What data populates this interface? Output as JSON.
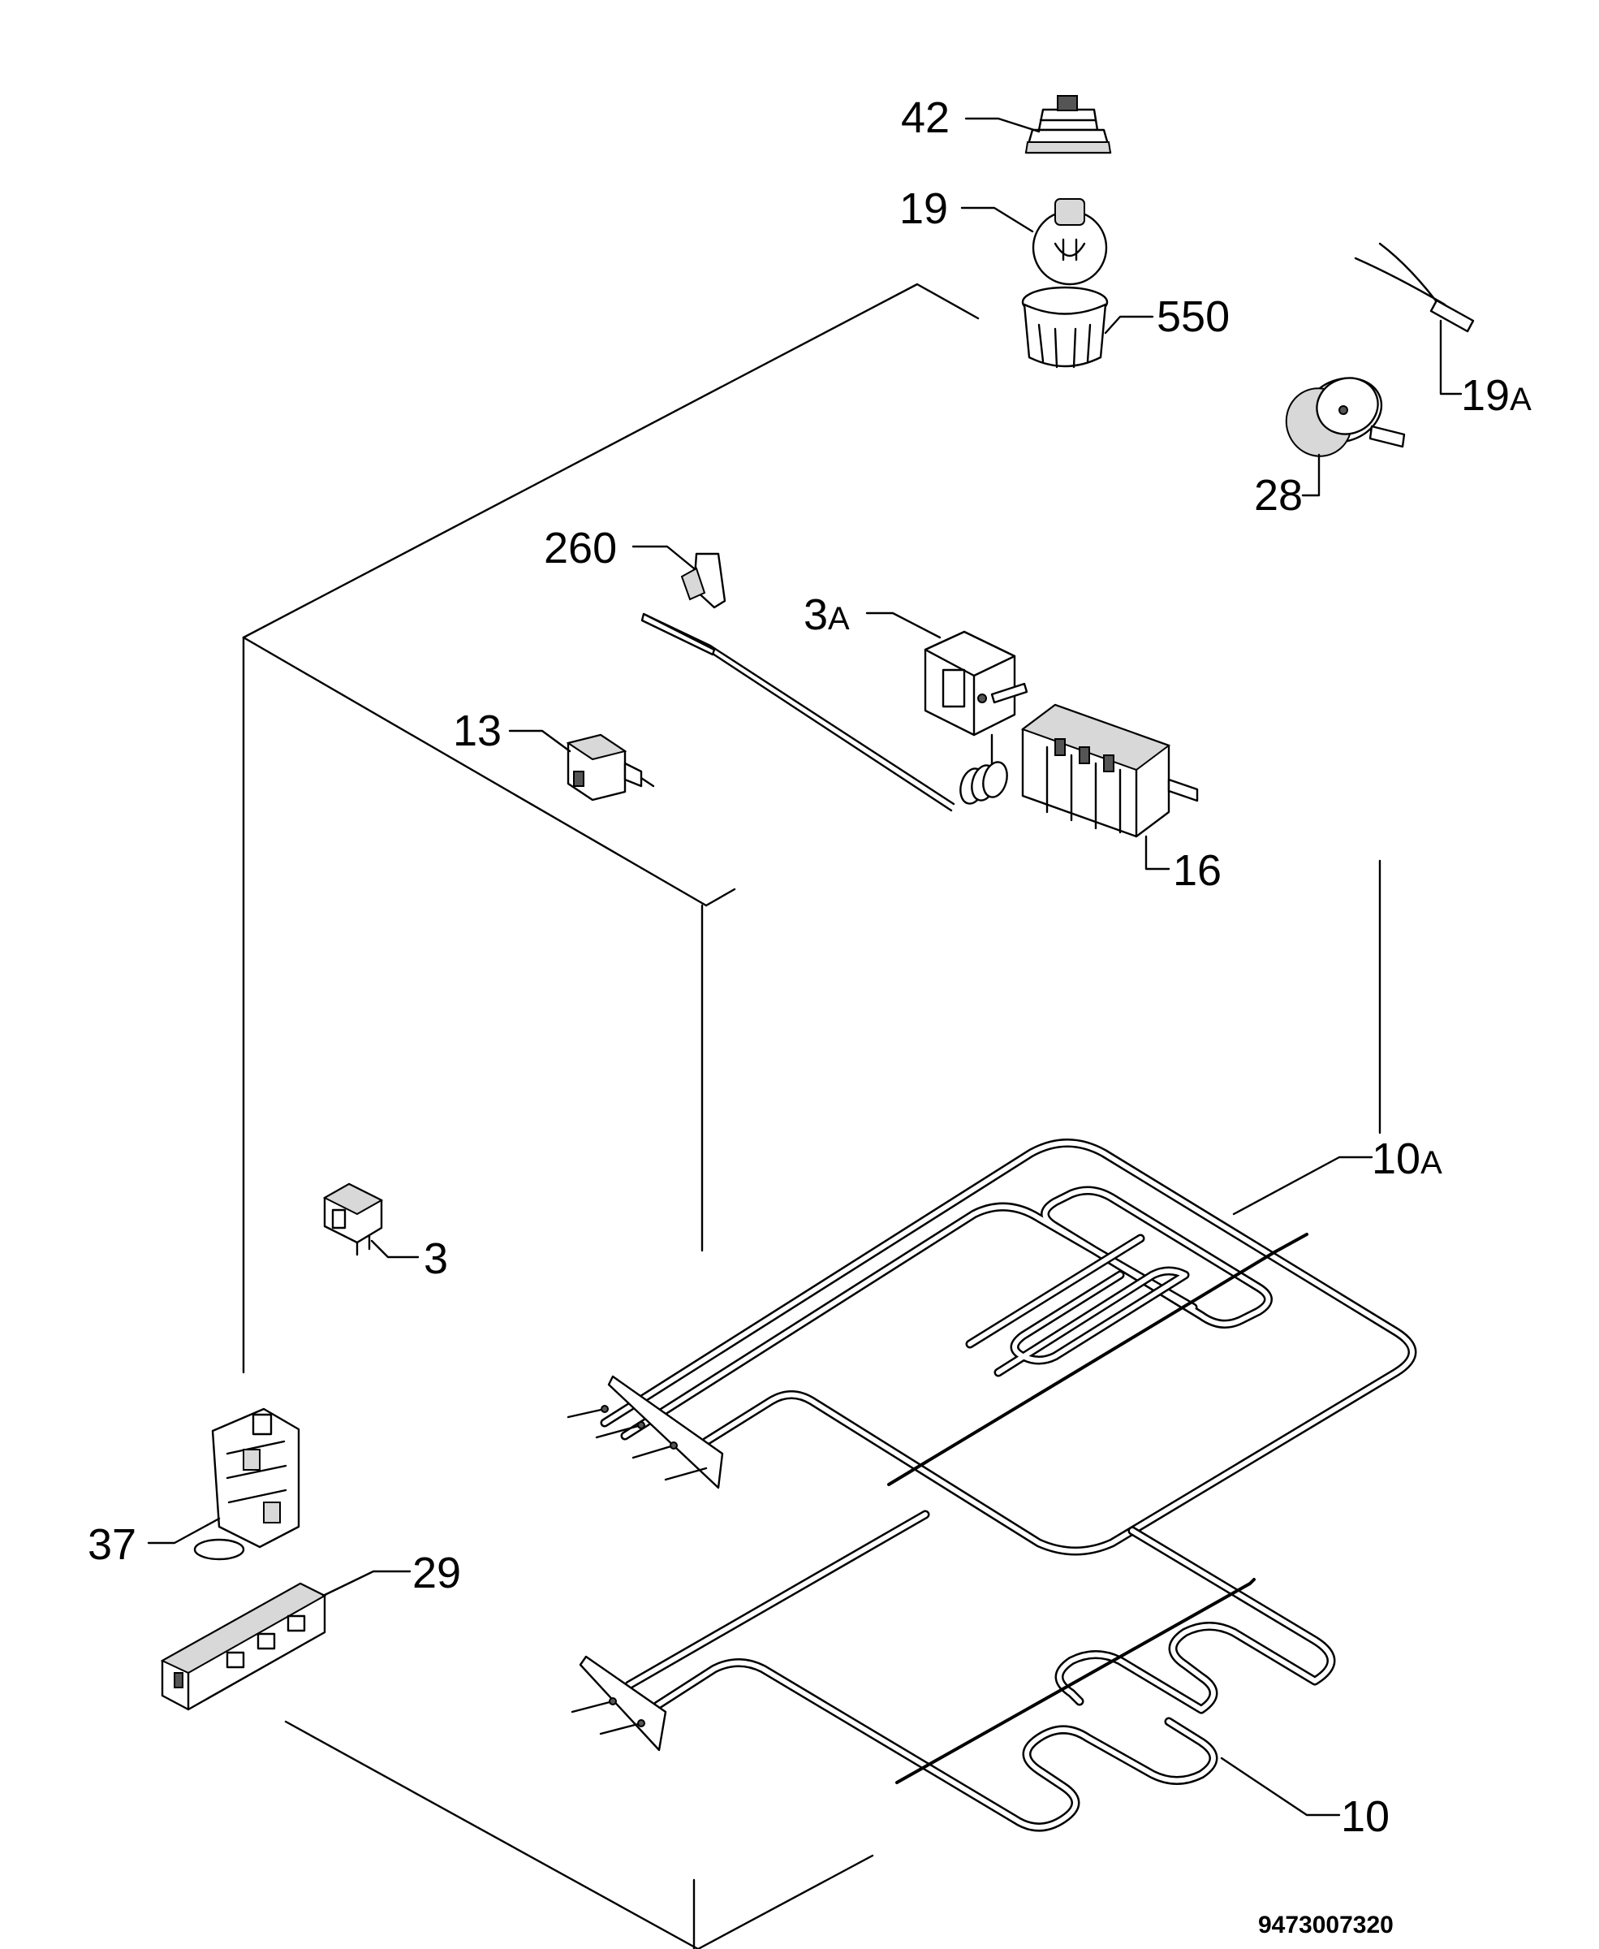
{
  "diagram": {
    "drawing_number": "9473007320",
    "labels": {
      "p42": "42",
      "p19": "19",
      "p550": "550",
      "p19a_num": "19",
      "p19a_suffix": "A",
      "p28": "28",
      "p260": "260",
      "p3a_num": "3",
      "p3a_suffix": "A",
      "p13": "13",
      "p16": "16",
      "p10a_num": "10",
      "p10a_suffix": "A",
      "p3": "3",
      "p37": "37",
      "p29": "29",
      "p10": "10"
    }
  }
}
